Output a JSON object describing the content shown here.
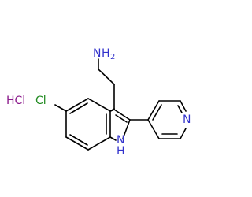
{
  "molecule": {
    "colors": {
      "bond": "#000000",
      "nitrogen": "#3333cc",
      "chlorine": "#228b22",
      "salt": "#8b1a8b"
    },
    "atoms": {
      "amine_n": "N",
      "amine_h": "H",
      "amine_h_count": "2",
      "chlorine": "Cl",
      "indole_n": "N",
      "indole_h": "H",
      "pyridine_n": "N"
    },
    "salt": "HCl"
  }
}
